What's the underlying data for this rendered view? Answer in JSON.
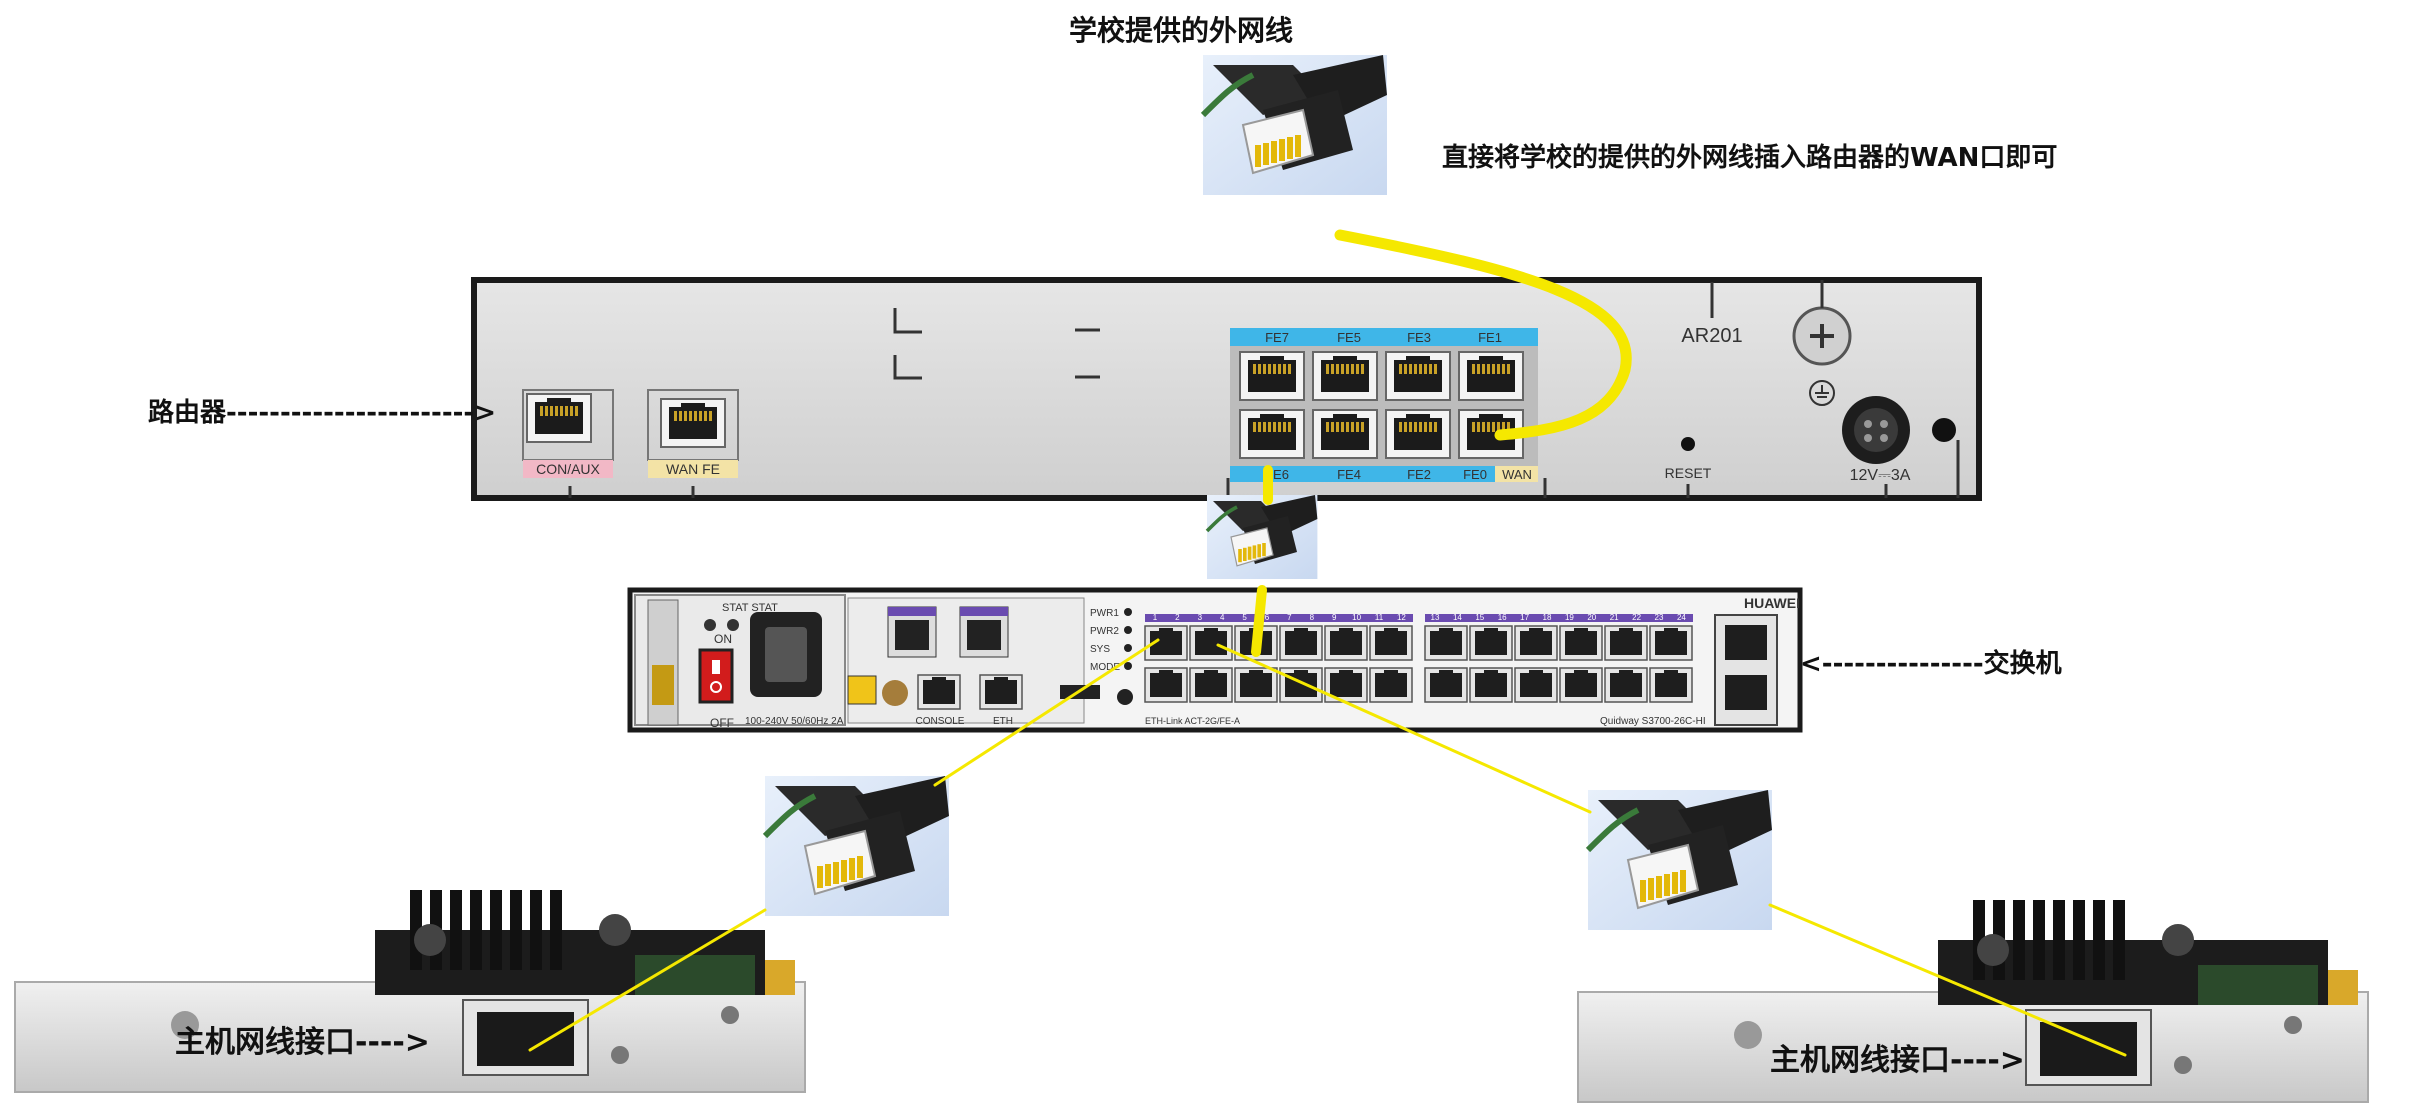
{
  "labels": {
    "top_cable": "学校提供的外网线",
    "instruction": "直接将学校的提供的外网线插入路由器的WAN口即可",
    "router": "路由器----------------------->",
    "switch": "<---------------交换机",
    "nic_left": "主机网线接口---->",
    "nic_right": "主机网线接口---->"
  },
  "router": {
    "model": "AR201",
    "reset": "RESET",
    "power": "12V⎓3A",
    "con_aux": "CON/AUX",
    "wan_fe": "WAN  FE",
    "port_top": [
      "FE7",
      "FE5",
      "FE3",
      "FE1"
    ],
    "port_bottom": [
      "FE6",
      "FE4",
      "FE2",
      "FE0"
    ],
    "wan_tag": "WAN"
  },
  "switch": {
    "brand": "HUAWEI",
    "stat": "STAT  STAT",
    "on": "ON",
    "off": "OFF",
    "power_spec": "100-240V 50/60Hz 2A",
    "console": "CONSOLE",
    "eth": "ETH",
    "leds": [
      "PWR1",
      "PWR2",
      "SYS",
      "MODE"
    ],
    "model": "Quidway S3700-26C-HI",
    "ports_left": [
      "1",
      "2",
      "3",
      "4",
      "5",
      "6",
      "7",
      "8",
      "9",
      "10",
      "11",
      "12"
    ],
    "ports_right": [
      "13",
      "14",
      "15",
      "16",
      "17",
      "18",
      "19",
      "20",
      "21",
      "22",
      "23",
      "24"
    ]
  },
  "colors": {
    "cable": "#f5e800",
    "chassis": "#d9d9d9",
    "chassis_border": "#1a1a1a",
    "port_strip": "#3fb6e8",
    "con_tag": "#f2b8c6",
    "wan_tag": "#f3e3a6",
    "sw_strip": "#6a4bb0"
  },
  "icons": [
    "rj45-plug-icon",
    "ethernet-port-icon",
    "ground-icon",
    "power-switch-icon"
  ]
}
